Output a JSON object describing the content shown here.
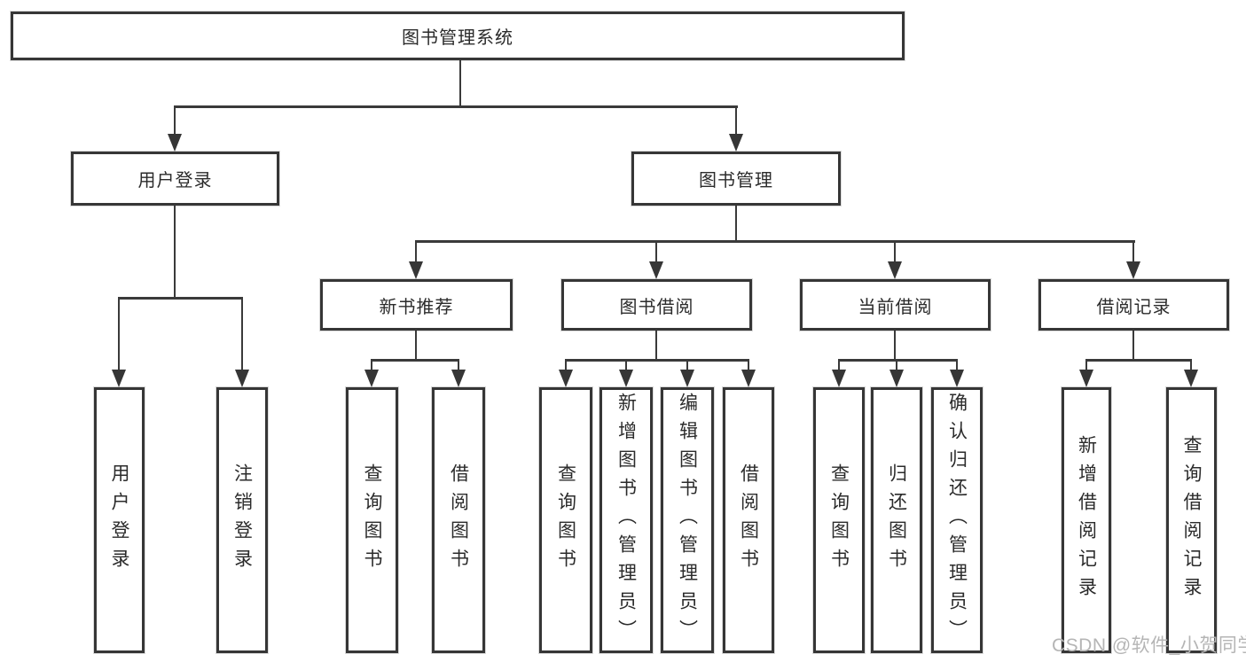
{
  "root": {
    "label": "图书管理系统"
  },
  "login": {
    "label": "用户登录",
    "leaves": [
      {
        "label": "用户登录"
      },
      {
        "label": "注销登录"
      }
    ]
  },
  "manage": {
    "label": "图书管理",
    "groups": [
      {
        "label": "新书推荐",
        "leaves": [
          {
            "label": "查询图书"
          },
          {
            "label": "借阅图书"
          }
        ]
      },
      {
        "label": "图书借阅",
        "leaves": [
          {
            "label": "查询图书"
          },
          {
            "label": "新增图书（管理员）"
          },
          {
            "label": "编辑图书（管理员）"
          },
          {
            "label": "借阅图书"
          }
        ]
      },
      {
        "label": "当前借阅",
        "leaves": [
          {
            "label": "查询图书"
          },
          {
            "label": "归还图书"
          },
          {
            "label": "确认归还（管理员）"
          }
        ]
      },
      {
        "label": "借阅记录",
        "leaves": [
          {
            "label": "新增借阅记录"
          },
          {
            "label": "查询借阅记录"
          }
        ]
      }
    ]
  },
  "watermark": {
    "text": "CSDN @软件_小贺同学"
  },
  "colors": {
    "line": "#3a3a3a",
    "border": "#363636",
    "text": "#2b2b2b",
    "watermark": "#b5b5b5",
    "background": "#ffffff"
  }
}
